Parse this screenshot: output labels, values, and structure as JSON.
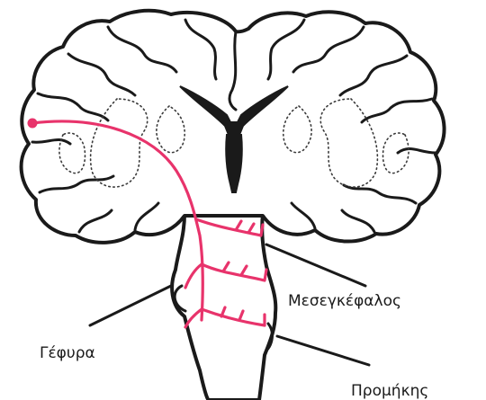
{
  "labels": {
    "midbrain": "Μεσεγκέφαλος",
    "pons": "Γέφυρα",
    "medulla": "Προμήκης"
  },
  "colors": {
    "tract": "#e8336b",
    "outline": "#1a1a1a",
    "background": "#ffffff"
  }
}
